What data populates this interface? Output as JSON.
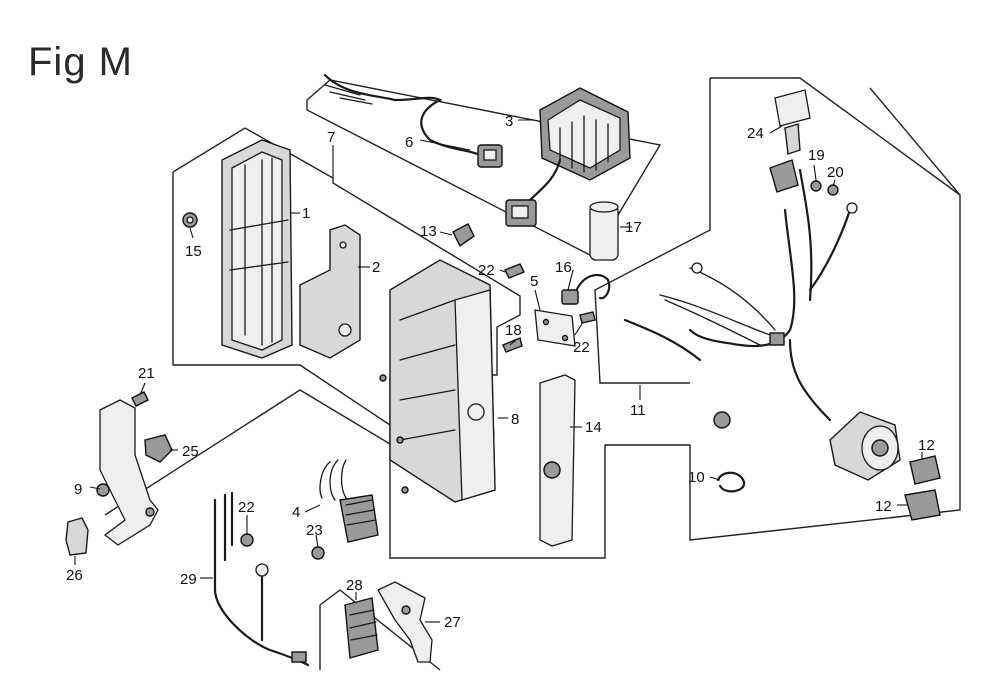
{
  "figure": {
    "title": "Fig M"
  },
  "callouts": [
    {
      "id": "1",
      "text": "1"
    },
    {
      "id": "2",
      "text": "2"
    },
    {
      "id": "3",
      "text": "3"
    },
    {
      "id": "4",
      "text": "4"
    },
    {
      "id": "5",
      "text": "5"
    },
    {
      "id": "6",
      "text": "6"
    },
    {
      "id": "7",
      "text": "7"
    },
    {
      "id": "8",
      "text": "8"
    },
    {
      "id": "9",
      "text": "9"
    },
    {
      "id": "10",
      "text": "10"
    },
    {
      "id": "11",
      "text": "11"
    },
    {
      "id": "12a",
      "text": "12"
    },
    {
      "id": "12b",
      "text": "12"
    },
    {
      "id": "13",
      "text": "13"
    },
    {
      "id": "14",
      "text": "14"
    },
    {
      "id": "15",
      "text": "15"
    },
    {
      "id": "16",
      "text": "16"
    },
    {
      "id": "17",
      "text": "17"
    },
    {
      "id": "18",
      "text": "18"
    },
    {
      "id": "19",
      "text": "19"
    },
    {
      "id": "20",
      "text": "20"
    },
    {
      "id": "21",
      "text": "21"
    },
    {
      "id": "22a",
      "text": "22"
    },
    {
      "id": "22b",
      "text": "22"
    },
    {
      "id": "22c",
      "text": "22"
    },
    {
      "id": "23",
      "text": "23"
    },
    {
      "id": "24",
      "text": "24"
    },
    {
      "id": "25",
      "text": "25"
    },
    {
      "id": "26",
      "text": "26"
    },
    {
      "id": "27",
      "text": "27"
    },
    {
      "id": "28",
      "text": "28"
    },
    {
      "id": "29",
      "text": "29"
    }
  ]
}
